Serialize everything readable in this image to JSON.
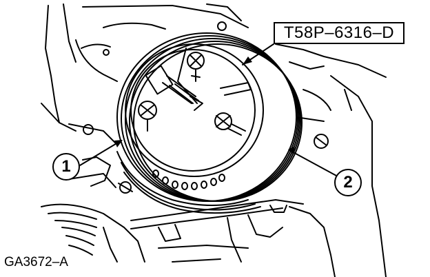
{
  "tool_label": "T58P–6316–D",
  "callouts": [
    "1",
    "2"
  ],
  "figure_id": "GA3672–A",
  "colors": {
    "ink": "#000000",
    "paper": "#ffffff"
  }
}
